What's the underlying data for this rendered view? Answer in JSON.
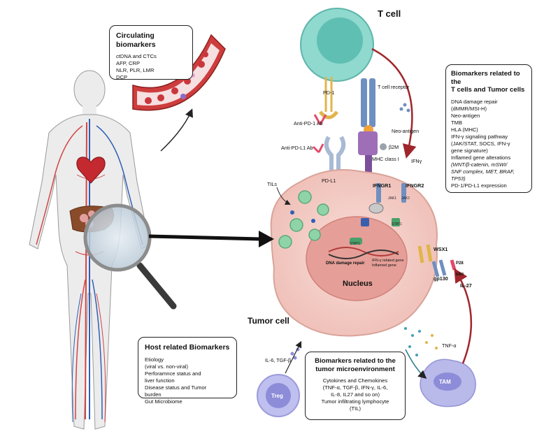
{
  "labels": {
    "t_cell": "T cell",
    "tumor_cell": "Tumor cell",
    "nucleus": "Nucleus",
    "treg": "Treg",
    "tam": "TAM",
    "pd1": "PD-1",
    "pdl1": "PD-L1",
    "anti_pd1": "Anti-PD-1 Ab",
    "anti_pdl1": "Anti-PD-L1 Ab",
    "tcr": "T cell receptor",
    "neo_antigen": "Neo-antigen",
    "b2m": "β2M",
    "mhc1": "MHC class I",
    "ifng": "IFNγ",
    "ifngr1": "IFNGR1",
    "ifngr2": "IFNGR2",
    "tils": "TILs",
    "jak1": "JAK1",
    "jak2": "JAK2",
    "stat1": "STAT1",
    "stat1b": "STAT1",
    "dna_repair": "DNA damage repair",
    "ifn_gene": "IFN-γ related gene\nInflamed gene",
    "wsx1": "WSX1",
    "gp130": "gp130",
    "p28": "P28",
    "ebi3": "EBI3",
    "il27": "IL-27",
    "tnfa": "TNF-α",
    "il6": "IL-6, TGF-β"
  },
  "boxes": {
    "circulating": {
      "title": "Circulating biomarkers",
      "items": [
        "ctDNA and CTCs",
        "AFP, CRP",
        "NLR, PLR, LMR",
        "DCP"
      ]
    },
    "tcells": {
      "title": "Biomarkers related to the\nT cells and Tumor cells",
      "items": [
        "DNA damage repair\n(dMMR/MSI-H)",
        "Neo-antigen",
        "TMB",
        "HLA (MHC)",
        "IFN-γ signaling pathway\n(JAK/STAT, SOCS, IFN-γ\ngene signature)",
        "Inflamed gene alterations",
        "PD-1/PD-L1 expression"
      ],
      "italic_item": "(WNT/β-catenin, mSWI/\nSNF complex, MET, BRAF,\nTP53)"
    },
    "host": {
      "title": "Host related Biomarkers",
      "items": [
        "Etiology\n(viral vs. non-viral)",
        "Perforamnce status and\nliver function",
        "Disease status and Tumor\nburden",
        "Gut Microbiome"
      ]
    },
    "tme": {
      "title": "Biomarkers related to the\ntumor microenvironment",
      "items": [
        "Cytokines and Chemokines\n(TNF-α, TGF-β, IFN-γ, IL-6,\nIL-8, IL27 and so on)",
        "Tumor infiltrating lymphocyte\n(TIL)"
      ]
    }
  },
  "colors": {
    "t_cell": "#8fd9cf",
    "tumor": "#f2c9c2",
    "nucleus": "#e59f98",
    "treg": "#bfbff0",
    "tam": "#b9b9ea",
    "arrow_red": "#a0262b",
    "vessel": "#d34545"
  }
}
